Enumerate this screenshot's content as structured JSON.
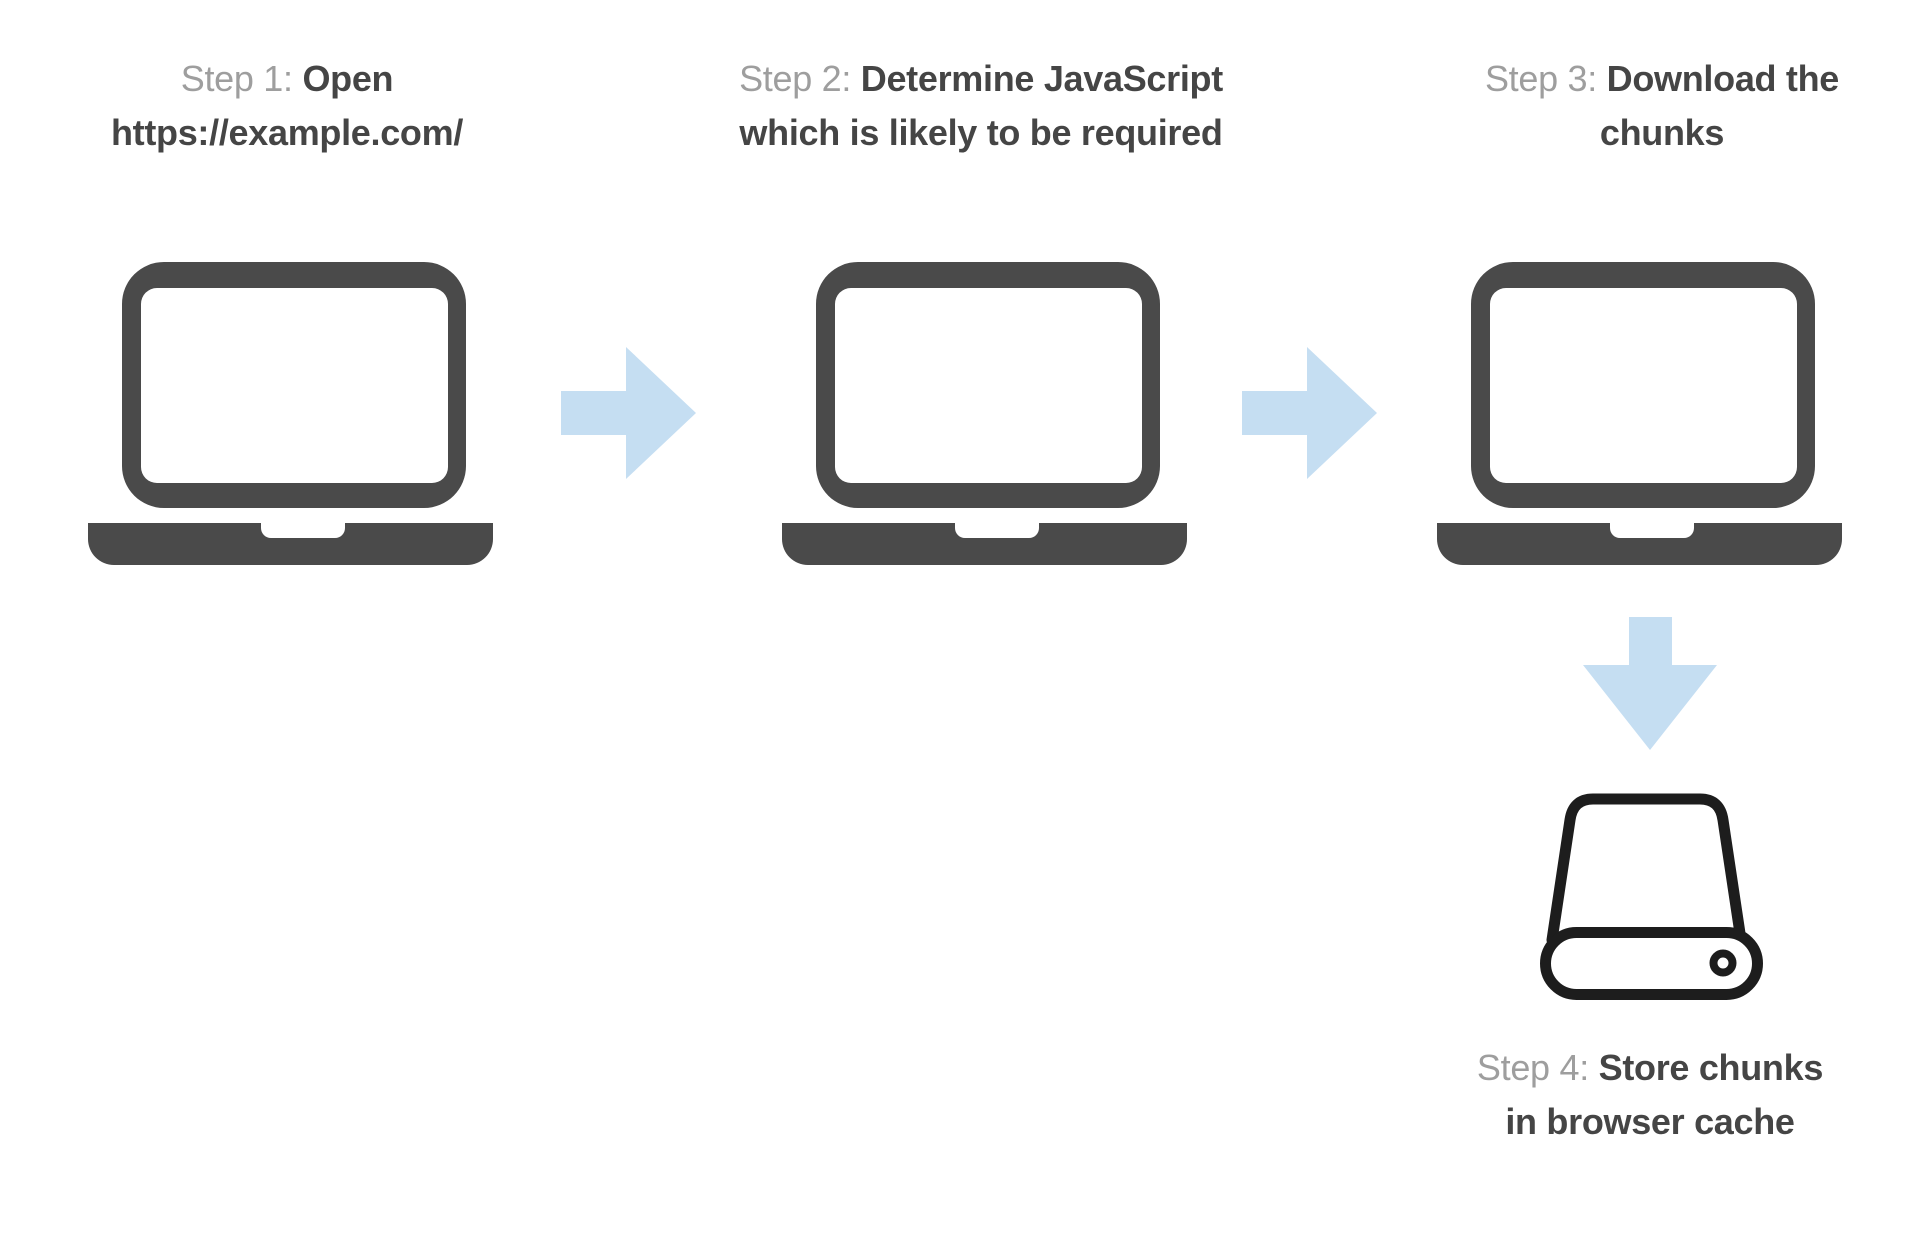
{
  "colors": {
    "icon_dark": "#4a4a4a",
    "text_dark": "#454545",
    "label_gray": "#9e9e9e",
    "accent_arrow": "#c5def2",
    "drive_outline": "#1d1d1d"
  },
  "steps": [
    {
      "prefix": "Step 1:",
      "line1": "Open",
      "line2": "https://example.com/",
      "icon": "laptop-icon"
    },
    {
      "prefix": "Step 2:",
      "line1": "Determine JavaScript",
      "line2": "which is likely to be required",
      "icon": "laptop-icon"
    },
    {
      "prefix": "Step 3:",
      "line1": "Download the",
      "line2": "chunks",
      "icon": "laptop-icon"
    },
    {
      "prefix": "Step 4:",
      "line1": "Store chunks",
      "line2": "in browser cache",
      "icon": "hard-drive-icon"
    }
  ],
  "arrows": [
    {
      "icon": "right-arrow-icon",
      "direction": "right",
      "from": "step-1",
      "to": "step-2"
    },
    {
      "icon": "right-arrow-icon",
      "direction": "right",
      "from": "step-2",
      "to": "step-3"
    },
    {
      "icon": "down-arrow-icon",
      "direction": "down",
      "from": "step-3",
      "to": "step-4"
    }
  ]
}
